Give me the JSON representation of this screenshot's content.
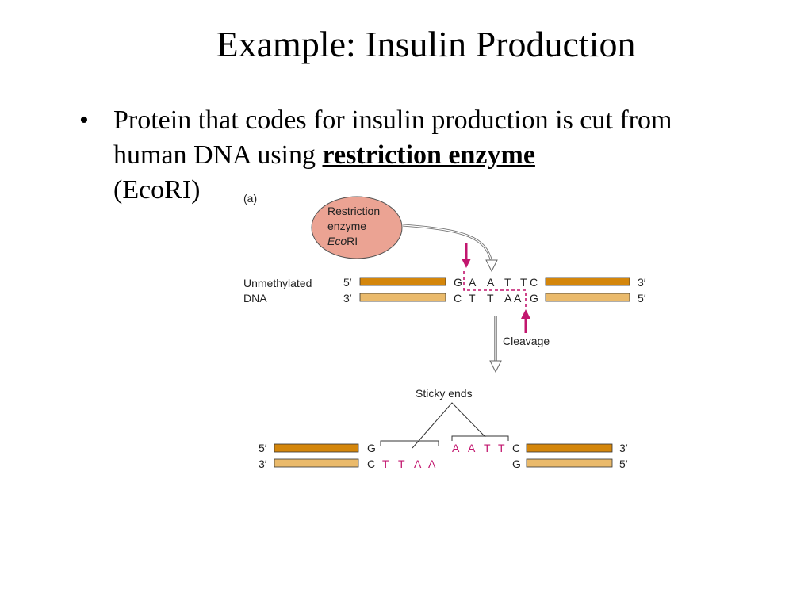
{
  "slide": {
    "title": "Example:  Insulin Production",
    "bullet": {
      "text_before": "Protein that codes for insulin production is cut from human DNA using ",
      "emphasis": "restriction enzyme",
      "text_after": " (EcoRI)"
    }
  },
  "figure": {
    "panel_label": "(a)",
    "enzyme": {
      "line1": "Restriction",
      "line2": "enzyme",
      "line3_italic": "Eco",
      "line3_rest": "RI"
    },
    "dna_label_line1": "Unmethylated",
    "dna_label_line2": "DNA",
    "top_strand": {
      "left_end": "5′",
      "right_end": "3′",
      "bases": [
        "G",
        "A",
        "A",
        "T",
        "T",
        "C"
      ]
    },
    "bottom_strand": {
      "left_end": "3′",
      "right_end": "5′",
      "bases": [
        "C",
        "T",
        "T",
        "A",
        "A",
        "G"
      ]
    },
    "cleavage_label": "Cleavage",
    "sticky_ends_label": "Sticky ends",
    "left_fragment": {
      "top_end": "5′",
      "bottom_end": "3′",
      "top_base": "G",
      "bottom_base": "C",
      "overhang": [
        "T",
        "T",
        "A",
        "A"
      ]
    },
    "right_fragment": {
      "top_end": "3′",
      "bottom_end": "5′",
      "top_base": "C",
      "bottom_base": "G",
      "overhang": [
        "A",
        "A",
        "T",
        "T"
      ]
    },
    "colors": {
      "enzyme_fill": "#eba393",
      "strand_dark": "#d4860b",
      "strand_light": "#eaba6b",
      "cut_magenta": "#c2166e",
      "text": "#222222"
    }
  }
}
